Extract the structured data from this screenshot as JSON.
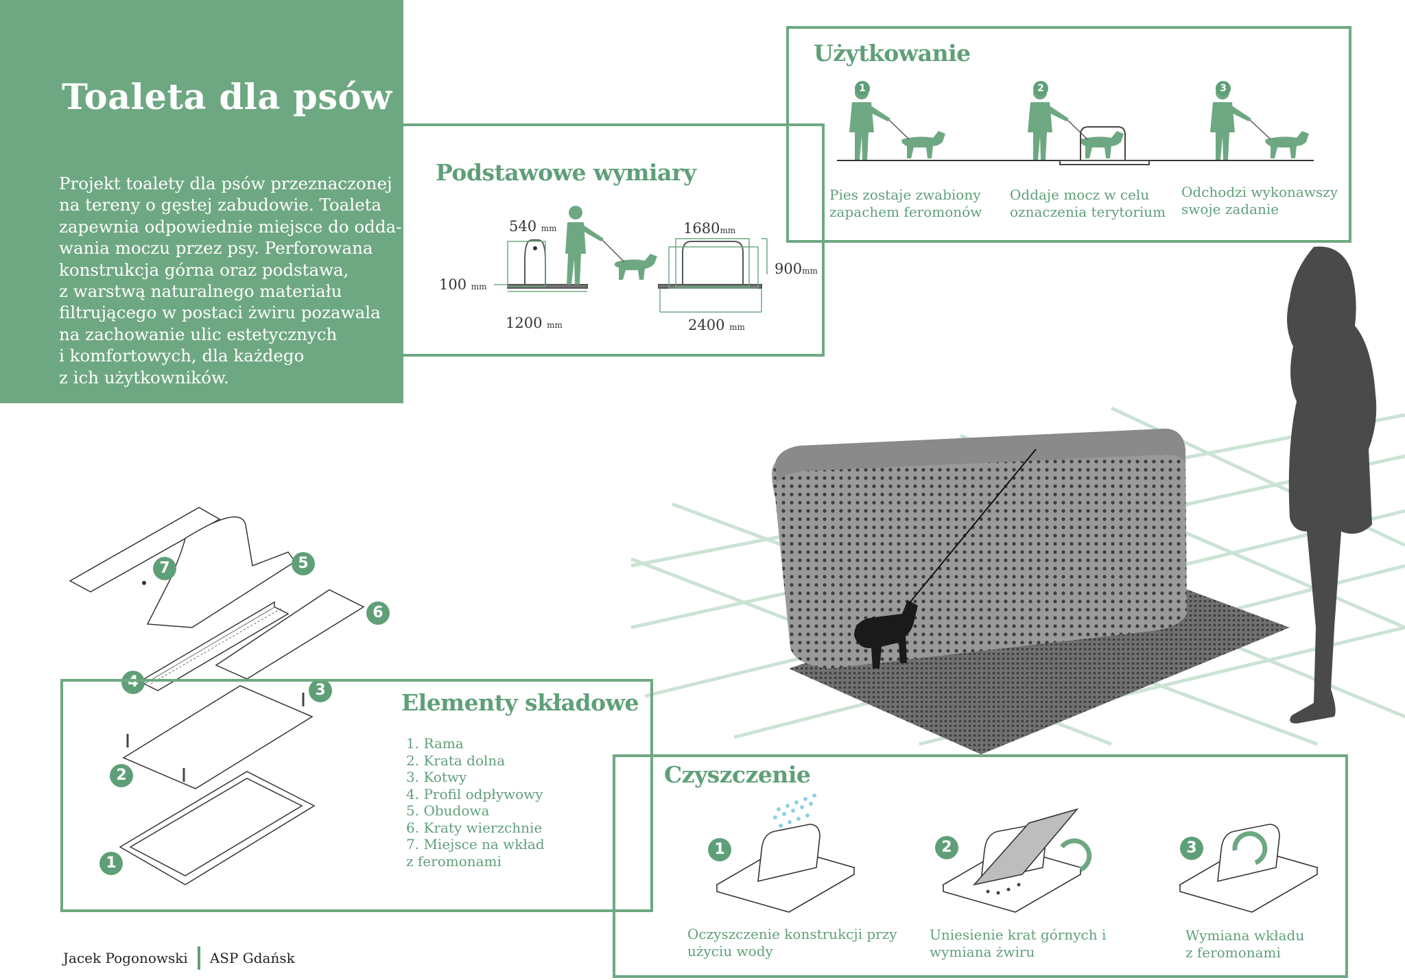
{
  "title": "Toaleta dla psów",
  "description_lines": [
    "Projekt toalety dla psów przeznaczonej",
    "na tereny o gęstej zabudowie. Toaleta",
    "zapewnia odpowiednie miejsce do odda-",
    "wania moczu przez psy. Perforowana",
    "konstrukcja górna oraz podstawa,",
    "z warstwą naturalnego materiału",
    "filtrującego w postaci żwiru pozawala",
    "na zachowanie ulic estetycznych",
    "i komfortowych, dla każdego",
    "z ich użytkowników."
  ],
  "dimensions": {
    "title": "Podstawowe wymiary",
    "side_width": "540",
    "side_base": "1200",
    "side_height": "100",
    "front_width": "1680",
    "front_base": "2400",
    "front_height": "900",
    "unit": "mm"
  },
  "usage": {
    "title": "Użytkowanie",
    "steps": [
      {
        "num": "1",
        "line1": "Pies zostaje zwabiony",
        "line2": "zapachem feromonów"
      },
      {
        "num": "2",
        "line1": "Oddaje mocz w celu",
        "line2": "oznaczenia terytorium"
      },
      {
        "num": "3",
        "line1": "Odchodzi wykonawszy",
        "line2": "swoje zadanie"
      }
    ]
  },
  "components": {
    "title": "Elementy składowe",
    "items": [
      "1. Rama",
      "2. Krata dolna",
      "3. Kotwy",
      "4. Profil odpływowy",
      "5. Obudowa",
      "6. Kraty wierzchnie",
      "7. Miejsce na wkład",
      "z feromonami"
    ],
    "badges": [
      "1",
      "2",
      "3",
      "4",
      "5",
      "6",
      "7"
    ]
  },
  "cleaning": {
    "title": "Czyszczenie",
    "steps": [
      {
        "num": "1",
        "line1": "Oczyszczenie konstrukcji przy",
        "line2": "użyciu wody"
      },
      {
        "num": "2",
        "line1": "Uniesienie krat górnych i",
        "line2": "wymiana żwiru"
      },
      {
        "num": "3",
        "line1": "Wymiana wkładu",
        "line2": "z feromonami"
      }
    ]
  },
  "footer": {
    "author": "Jacek Pogonowski",
    "school": "ASP Gdańsk"
  },
  "colors": {
    "accent": "#6ea882",
    "accent_dark": "#5f9f78",
    "silhouette": "#454545"
  }
}
